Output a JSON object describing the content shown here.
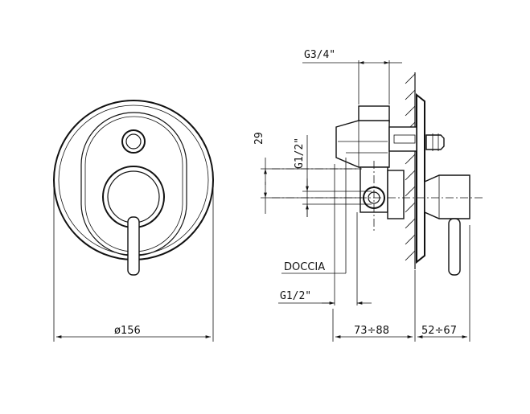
{
  "labels": {
    "diameter": "ø156",
    "g34": "G3/4\"",
    "dim29": "29",
    "g12_top": "G1/2\"",
    "doccia": "DOCCIA",
    "g12_bottom": "G1/2\"",
    "depth_body": "73÷88",
    "depth_trim": "52÷67"
  },
  "colors": {
    "stroke": "#111111",
    "background": "#ffffff"
  }
}
